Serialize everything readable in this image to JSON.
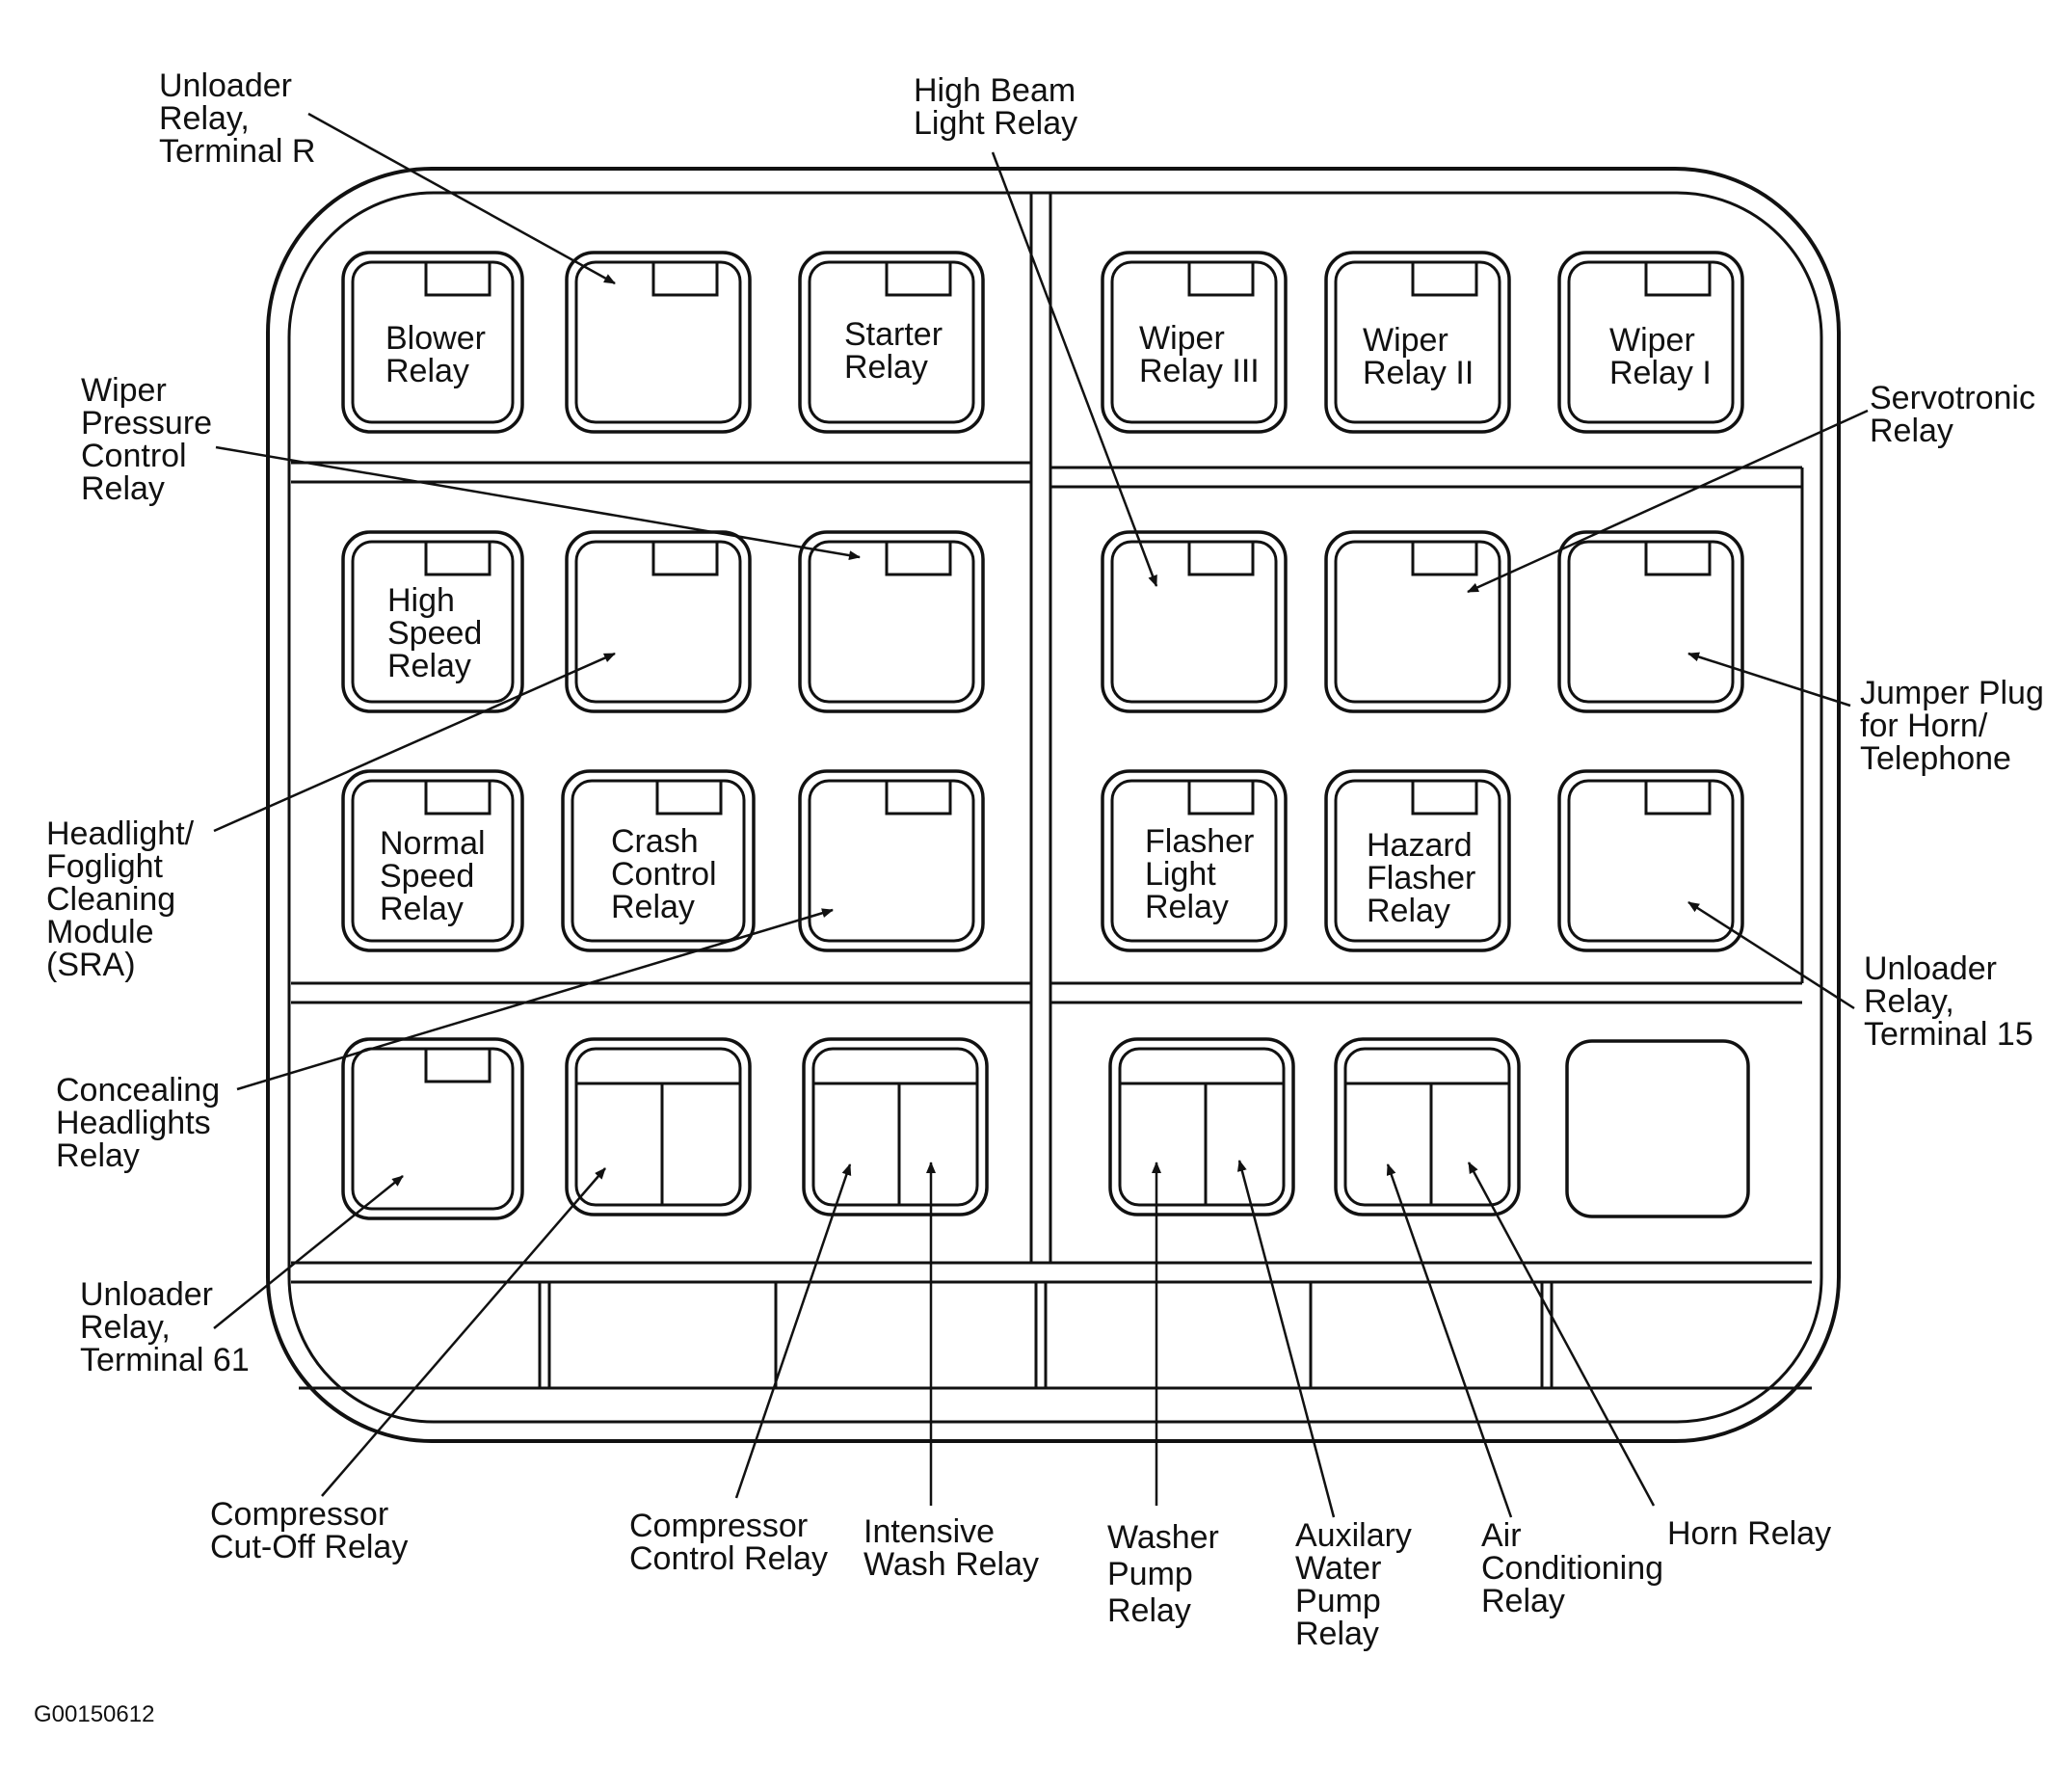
{
  "figure_id": "G00150612",
  "relay_labels": {
    "blower": [
      "Blower",
      "Relay"
    ],
    "starter": [
      "Starter",
      "Relay"
    ],
    "wiper3": [
      "Wiper",
      "Relay III"
    ],
    "wiper2": [
      "Wiper",
      "Relay II"
    ],
    "wiper1": [
      "Wiper",
      "Relay I"
    ],
    "high_speed": [
      "High",
      "Speed",
      "Relay"
    ],
    "normal_speed": [
      "Normal",
      "Speed",
      "Relay"
    ],
    "crash_control": [
      "Crash",
      "Control",
      "Relay"
    ],
    "flasher_light": [
      "Flasher",
      "Light",
      "Relay"
    ],
    "hazard_flasher": [
      "Hazard",
      "Flasher",
      "Relay"
    ]
  },
  "callouts": {
    "unloader_r": [
      "Unloader",
      "Relay,",
      "Terminal R"
    ],
    "high_beam": [
      "High Beam",
      "Light Relay"
    ],
    "wiper_pressure": [
      "Wiper",
      "Pressure",
      "Control",
      "Relay"
    ],
    "servotronic": [
      "Servotronic",
      "Relay"
    ],
    "jumper_plug": [
      "Jumper Plug",
      "for Horn/",
      "Telephone"
    ],
    "headlight_foglight": [
      "Headlight/",
      "Foglight",
      "Cleaning",
      "Module",
      "(SRA)"
    ],
    "unloader_15": [
      "Unloader",
      "Relay,",
      "Terminal 15"
    ],
    "concealing": [
      "Concealing",
      "Headlights",
      "Relay"
    ],
    "unloader_61": [
      "Unloader",
      "Relay,",
      "Terminal 61"
    ],
    "compressor_cutoff": [
      "Compressor",
      "Cut-Off Relay"
    ],
    "compressor_control": [
      "Compressor",
      "Control Relay"
    ],
    "intensive_wash": [
      "Intensive",
      "Wash Relay"
    ],
    "washer_pump": [
      "Washer",
      "Pump",
      "Relay"
    ],
    "aux_water_pump": [
      "Auxilary",
      "Water",
      "Pump",
      "Relay"
    ],
    "air_conditioning": [
      "Air",
      "Conditioning",
      "Relay"
    ],
    "horn": [
      "Horn Relay"
    ]
  }
}
